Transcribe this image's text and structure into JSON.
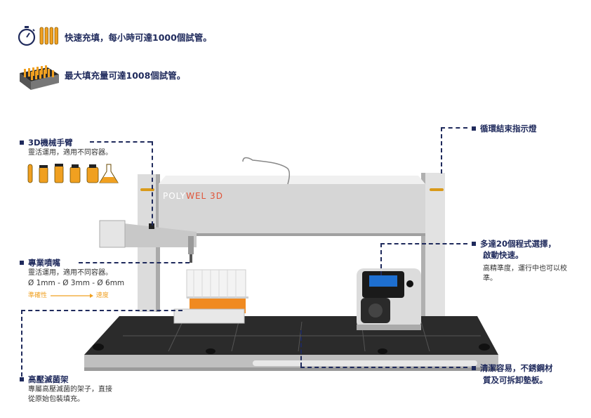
{
  "features": {
    "speed": "快速充填，每小時可達1000個試管。",
    "capacity": "最大填充量可達1008個試管。"
  },
  "labels": {
    "arm": {
      "title": "3D機械手臂",
      "desc": "靈活運用，適用不同容器。"
    },
    "nozzle": {
      "title": "專業噴嘴",
      "desc": "靈活運用，適用不同容器。",
      "sizes": "Ø 1mm - Ø 3mm - Ø 6mm",
      "precision": "準確性",
      "speed": "速度"
    },
    "rack": {
      "title": "高壓滅菌架",
      "desc1": "專屬高壓滅菌的架子，直接",
      "desc2": "從原始包裝填充。"
    },
    "indicator": {
      "title": "循環結束指示燈"
    },
    "programs": {
      "title1": "多達20個程式選擇，",
      "title2": "啟動快速。",
      "desc1": "高精準度，運行中也可以校",
      "desc2": "準。"
    },
    "clean": {
      "title1": "清潔容易，不銹鋼材",
      "title2": "質及可拆卸墊板。"
    }
  },
  "brand": {
    "part1": "POLY",
    "part2": "WEL 3D"
  },
  "colors": {
    "navy": "#1f2a5c",
    "orange": "#f0a020",
    "brand_red": "#e0553a"
  }
}
